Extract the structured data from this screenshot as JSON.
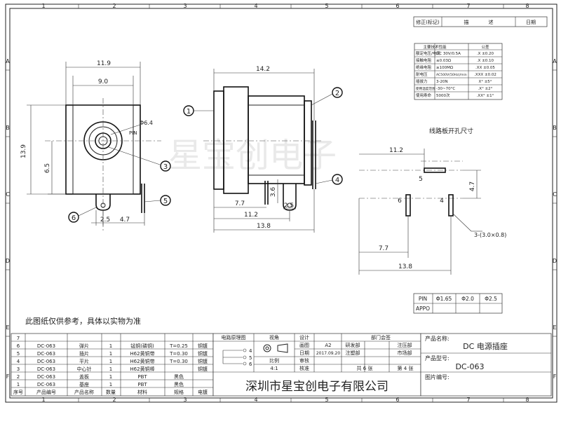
{
  "border": {
    "cols": [
      "1",
      "2",
      "3",
      "4",
      "5",
      "6",
      "7",
      "8"
    ],
    "rows": [
      "A",
      "B",
      "C",
      "D",
      "E",
      "F"
    ]
  },
  "revision_table": {
    "headers": [
      "修正(标记)",
      "描",
      "述",
      "日期"
    ]
  },
  "spec_table": {
    "headers": [
      "主要技术性能",
      "公差"
    ],
    "rows": [
      [
        "额定电压/电流",
        "DC 30V/0.5A",
        ".X ±0.20"
      ],
      [
        "接触电阻",
        "≤0.03Ω",
        ".X ±0.10"
      ],
      [
        "绝缘电阻",
        "≥100MΩ",
        ".XX ±0.05"
      ],
      [
        "耐电压",
        "AC500V(50Hz)/min",
        ".XXX ±0.02"
      ],
      [
        "插拔力",
        "3-20N",
        "X° ±5°"
      ],
      [
        "使用温度范围",
        "-30~70°C",
        ".X° ±2°"
      ],
      [
        "使用寿命",
        "5000次",
        ".XX° ±1°"
      ]
    ]
  },
  "front_view": {
    "dims": {
      "width": "11.9",
      "inner": "9.0",
      "height": "13.9",
      "center": "6.5",
      "dia": "Φ6.4",
      "pin": "PIN",
      "pitch_a": "2.5",
      "pitch_b": "4.7"
    },
    "callouts": {
      "c3": "3",
      "c5": "5",
      "c6": "6"
    }
  },
  "side_view": {
    "dims": {
      "top": "14.2",
      "a": "7.7",
      "b": "11.2",
      "c": "13.8",
      "h1": "3.6",
      "p": "2.5"
    },
    "callouts": {
      "c1": "1",
      "c2": "2",
      "c4": "4"
    }
  },
  "pcb_view": {
    "title": "线路板开孔尺寸",
    "dims": {
      "d1": "11.2",
      "d2": "4.7",
      "d3": "7.7",
      "d4": "13.8",
      "hole": "3-(3.0×0.8)"
    },
    "labels": {
      "l5": "5",
      "l6": "6",
      "l4": "4"
    }
  },
  "pin_table": {
    "row1": [
      "PIN",
      "Φ1.65",
      "Φ2.0",
      "Φ2.5"
    ],
    "row2": [
      "APPO",
      "",
      "",
      ""
    ]
  },
  "note": "此图纸仅供参考，具体以实物为准",
  "bom": {
    "headers": [
      "序号",
      "产品编号",
      "产品名称",
      "数量",
      "材料",
      "规格",
      "电镀"
    ],
    "rows": [
      [
        "7",
        "",
        "",
        "",
        "",
        "",
        ""
      ],
      [
        "6",
        "DC-063",
        "弹片",
        "1",
        "锰铜(磷铜)",
        "T=0.25",
        "铜镀"
      ],
      [
        "5",
        "DC-063",
        "插片",
        "1",
        "H62黄铜带",
        "T=0.30",
        "铜镀"
      ],
      [
        "4",
        "DC-063",
        "平片",
        "1",
        "H62黄铜带",
        "T=0.30",
        "铜镀"
      ],
      [
        "3",
        "DC-063",
        "中心针",
        "1",
        "H62黄铜棒",
        "",
        "铜镀"
      ],
      [
        "2",
        "DC-063",
        "盖板",
        "1",
        "PBT",
        "黑色",
        ""
      ],
      [
        "1",
        "DC-063",
        "基座",
        "1",
        "PBT",
        "黑色",
        ""
      ]
    ]
  },
  "title_block": {
    "circuit": "电路原理图",
    "view": "视角",
    "design": "设计",
    "dept_sign": "部门会签",
    "draw": "画图",
    "a2": "A2",
    "rnd": "研发部",
    "injection": "注压部",
    "date_l": "日期",
    "date": "2017.09.20",
    "inject_dept": "注塑部",
    "market": "市场部",
    "scale": "比例",
    "audit": "审核",
    "scale_v": "4:1",
    "approve": "核准",
    "sheets": "共 6 张",
    "sheet": "第 4 张",
    "c4": "4",
    "c5": "5",
    "c6": "6",
    "company": "深圳市星宝创电子有限公司",
    "prod_name_l": "产品名称:",
    "prod_name": "DC 电源插座",
    "model_l": "产品型号:",
    "model": "DC-063",
    "drawing_no_l": "图片编号:"
  },
  "watermark": "星宝创电子"
}
